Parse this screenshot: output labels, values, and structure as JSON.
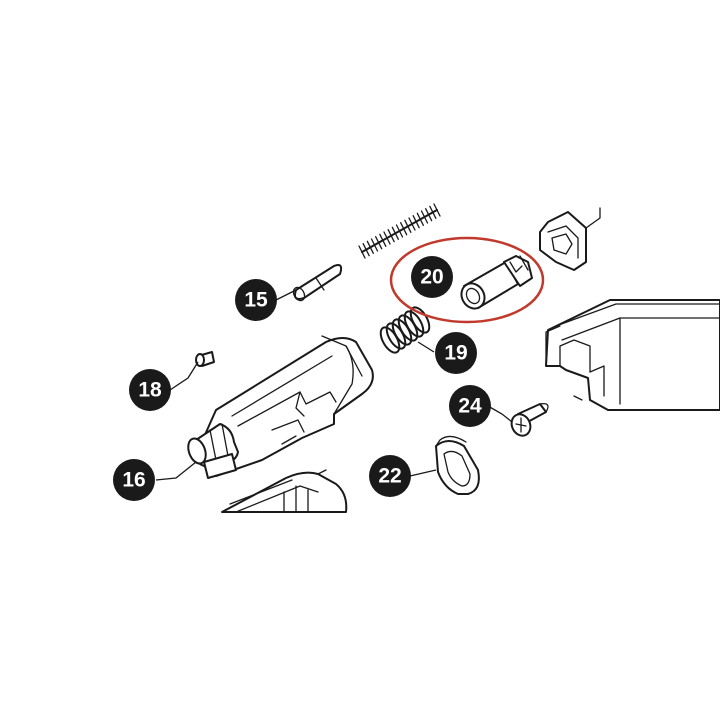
{
  "callouts": [
    {
      "label": "15"
    },
    {
      "label": "16"
    },
    {
      "label": "18"
    },
    {
      "label": "19"
    },
    {
      "label": "20"
    },
    {
      "label": "22"
    },
    {
      "label": "24"
    }
  ],
  "colors": {
    "callout_fill": "#1a1a1a",
    "callout_text": "#ffffff",
    "highlight_ring": "#c0392b",
    "line_art": "#1a1a1a"
  },
  "highlighted_callout": "20"
}
